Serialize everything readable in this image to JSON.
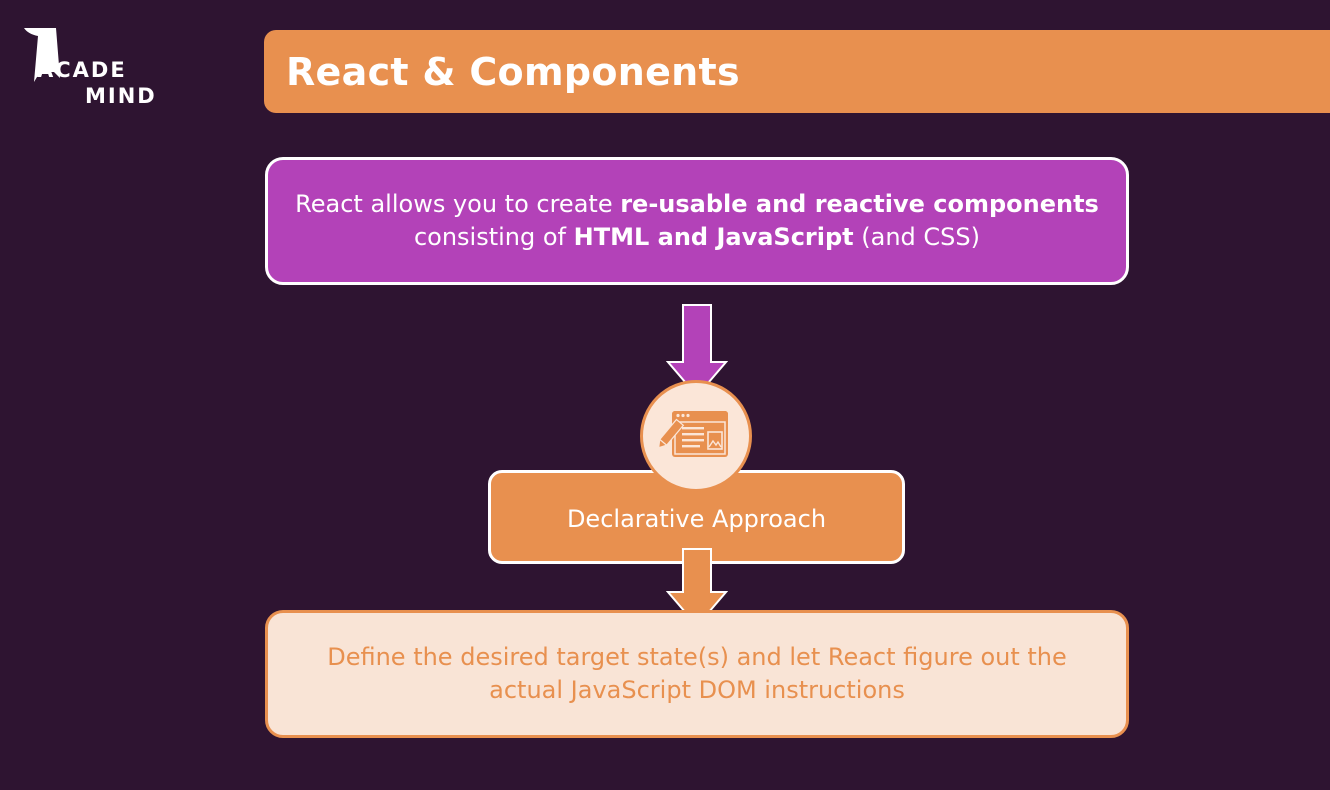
{
  "logo": {
    "line1": "ACADE",
    "line2": "MIND"
  },
  "title": "React & Components",
  "colors": {
    "background": "#2e1431",
    "accent_orange": "#e8904f",
    "purple": "#b342b8",
    "light_peach": "#f9e4d6",
    "white": "#ffffff"
  },
  "diagram": {
    "top_box": {
      "segments": [
        {
          "text": "React allows you to create ",
          "bold": false
        },
        {
          "text": "re-usable and reactive components",
          "bold": true
        },
        {
          "text": " consisting of ",
          "bold": false
        },
        {
          "text": "HTML and JavaScript",
          "bold": true
        },
        {
          "text": " (and CSS)",
          "bold": false
        }
      ]
    },
    "icon": "web-document-edit-icon",
    "middle_box": {
      "label": "Declarative Approach"
    },
    "bottom_box": {
      "line1": "Define the desired target state(s) and let React figure out the",
      "line2": "actual JavaScript DOM instructions"
    }
  }
}
